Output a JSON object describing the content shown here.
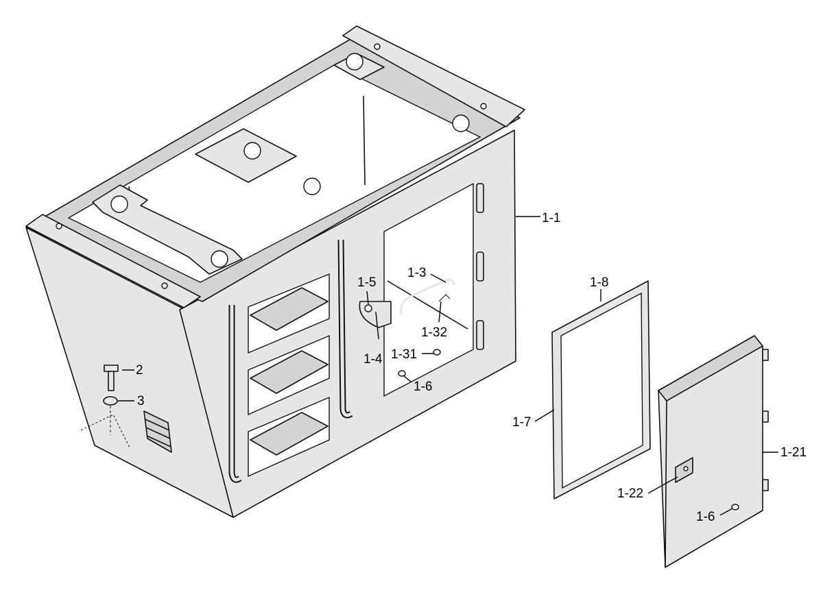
{
  "labels": {
    "body": "1-1",
    "handle": "1-3",
    "hinge_plate": "1-4",
    "screw": "1-5",
    "latch_left": "1-6",
    "latch_right": "1-6",
    "gasket_side": "1-7",
    "gasket_top": "1-8",
    "door": "1-21",
    "lock_plate": "1-22",
    "washer_small": "1-31",
    "bracket": "1-32",
    "bolt": "2",
    "washer": "3"
  }
}
